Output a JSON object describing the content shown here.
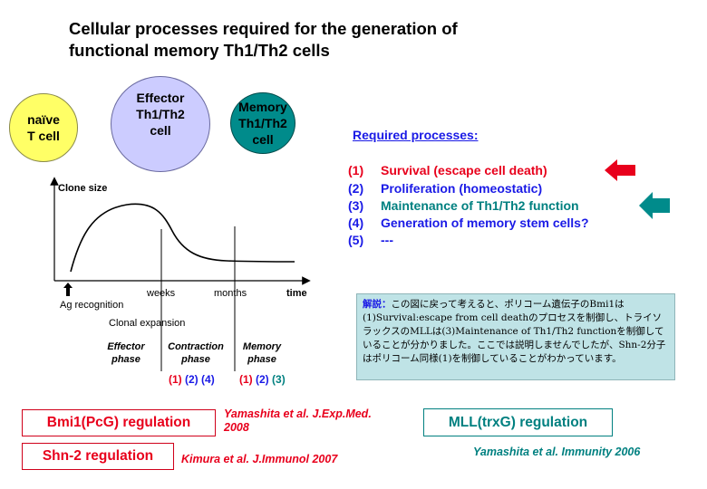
{
  "title": {
    "line1": "Cellular processes required for the generation of",
    "line2": "functional memory Th1/Th2 cells"
  },
  "cells": {
    "naive": [
      "naïve",
      "T cell"
    ],
    "effector": [
      "Effector",
      "Th1/Th2",
      "cell"
    ],
    "memory": [
      "Memory",
      "Th1/Th2",
      "cell"
    ]
  },
  "chart": {
    "ylabel": "Clone size",
    "xlabel": "time",
    "tick_weeks": "weeks",
    "tick_months": "months",
    "ag_recognition": "Ag recognition",
    "clonal_expansion": "Clonal expansion",
    "phases": {
      "effector": [
        "Effector",
        "phase"
      ],
      "contraction": [
        "Contraction",
        "phase"
      ],
      "memory": [
        "Memory",
        "phase"
      ]
    },
    "contraction_nums": [
      "(1)",
      "(2)",
      "(4)"
    ],
    "memory_nums": [
      "(1)",
      "(2)",
      "(3)"
    ]
  },
  "processes": {
    "title": "Required processes:",
    "items": [
      {
        "num": "(1)",
        "text": "Survival (escape cell death)"
      },
      {
        "num": "(2)",
        "text": "Proliferation (homeostatic)"
      },
      {
        "num": "(3)",
        "text": "Maintenance of Th1/Th2 function"
      },
      {
        "num": "(4)",
        "text": "Generation of memory stem cells?"
      },
      {
        "num": "(5)",
        "text": "---"
      }
    ]
  },
  "note": {
    "label": "解説：",
    "text": "この図に戻って考えると、ポリコーム遺伝子のBmi1は(1)Survival:escape from cell deathのプロセスを制御し、トライソラックスのMLLは(3)Maintenance of Th1/Th2 functionを制御していることが分かりました。ここでは説明しませんでしたが、Shn-2分子はポリコーム同様(1)を制御していることがわかっています。"
  },
  "regulation": {
    "bmi1": "Bmi1(PcG) regulation",
    "bmi1_ref": [
      "Yamashita et al.  J.Exp.Med.",
      "2008"
    ],
    "shn2": "Shn-2 regulation",
    "shn2_ref": "Kimura et al. J.Immunol 2007",
    "mll": "MLL(trxG) regulation",
    "mll_ref": "Yamashita et al. Immunity 2006"
  },
  "colors": {
    "red": "#e8001c",
    "blue": "#1a1ae6",
    "teal": "#008080",
    "yellow": "#ffff66",
    "lavender": "#ccccff",
    "darkcyan": "#008b8b",
    "note_bg": "#bfe3e6"
  }
}
